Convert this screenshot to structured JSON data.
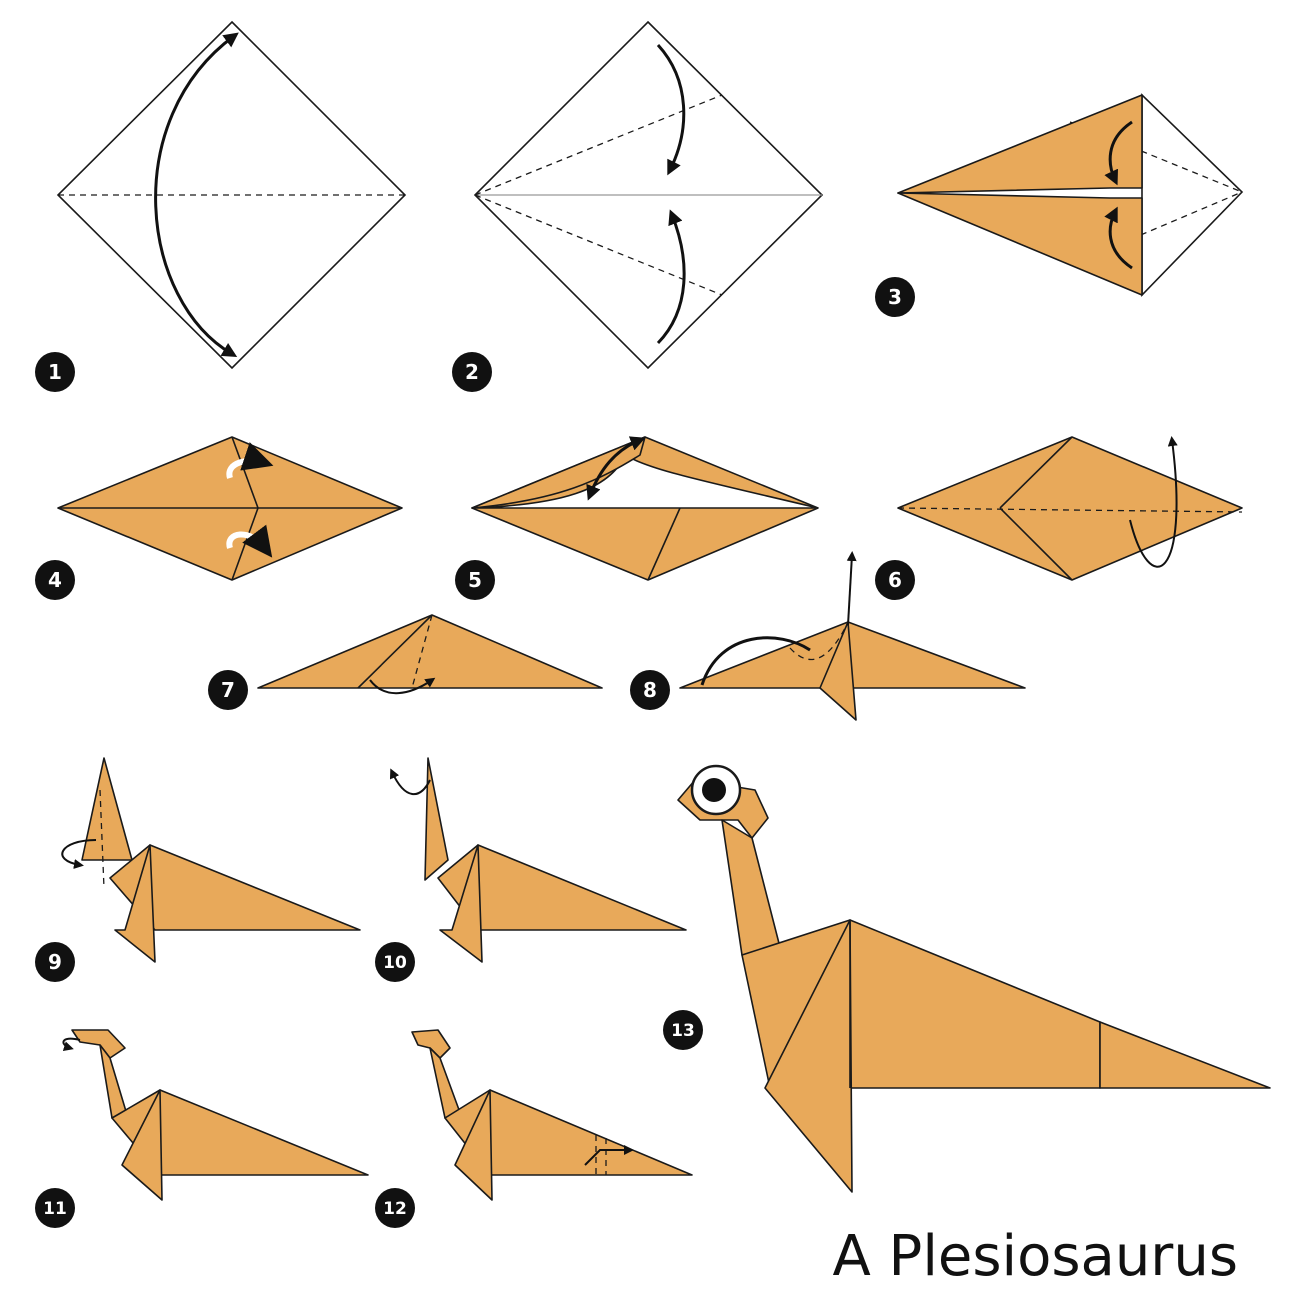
{
  "steps": [
    {
      "number": "1"
    },
    {
      "number": "2"
    },
    {
      "number": "3"
    },
    {
      "number": "4"
    },
    {
      "number": "5"
    },
    {
      "number": "6"
    },
    {
      "number": "7"
    },
    {
      "number": "8"
    },
    {
      "number": "9"
    },
    {
      "number": "10"
    },
    {
      "number": "11"
    },
    {
      "number": "12"
    },
    {
      "number": "13"
    }
  ],
  "title": "A Plesiosaurus",
  "colors": {
    "paper": "#E8A95A",
    "outline": "#1a1a1a",
    "badge": "#111111"
  }
}
